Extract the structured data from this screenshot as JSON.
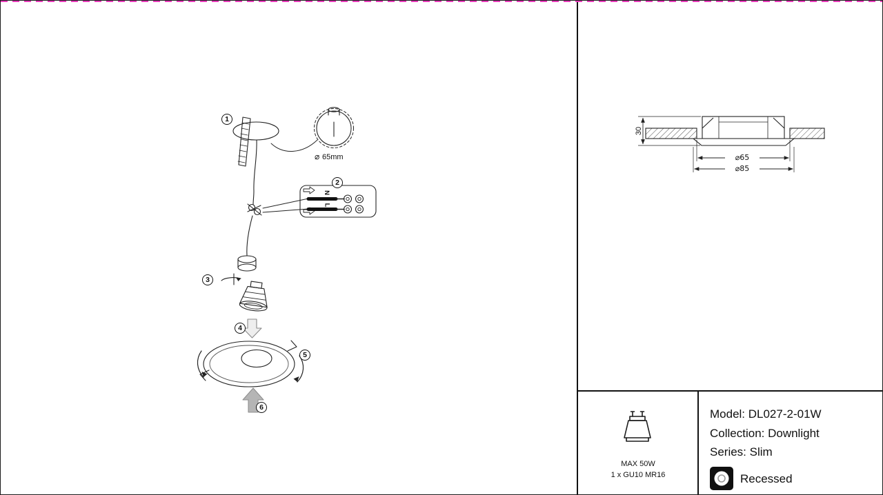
{
  "colors": {
    "ink": "#1a1a1a",
    "fold_line": "#ea3cbc"
  },
  "install_diagram": {
    "steps": [
      "1",
      "2",
      "3",
      "4",
      "5",
      "6"
    ],
    "hole_icon": "⌀",
    "hole_size_label": "65mm",
    "terminal_labels": {
      "top": "N",
      "bottom": "L"
    }
  },
  "dimension_drawing": {
    "height_mm": "30",
    "cutout_diameter": "⌀65",
    "flange_diameter": "⌀85"
  },
  "lamp_spec": {
    "max_power": "MAX 50W",
    "lamp_type": "1 x GU10 MR16"
  },
  "product_info": {
    "model": "Model: DL027-2-01W",
    "collection": "Collection: Downlight",
    "series": "Series: Slim",
    "mounting": "Recessed"
  }
}
